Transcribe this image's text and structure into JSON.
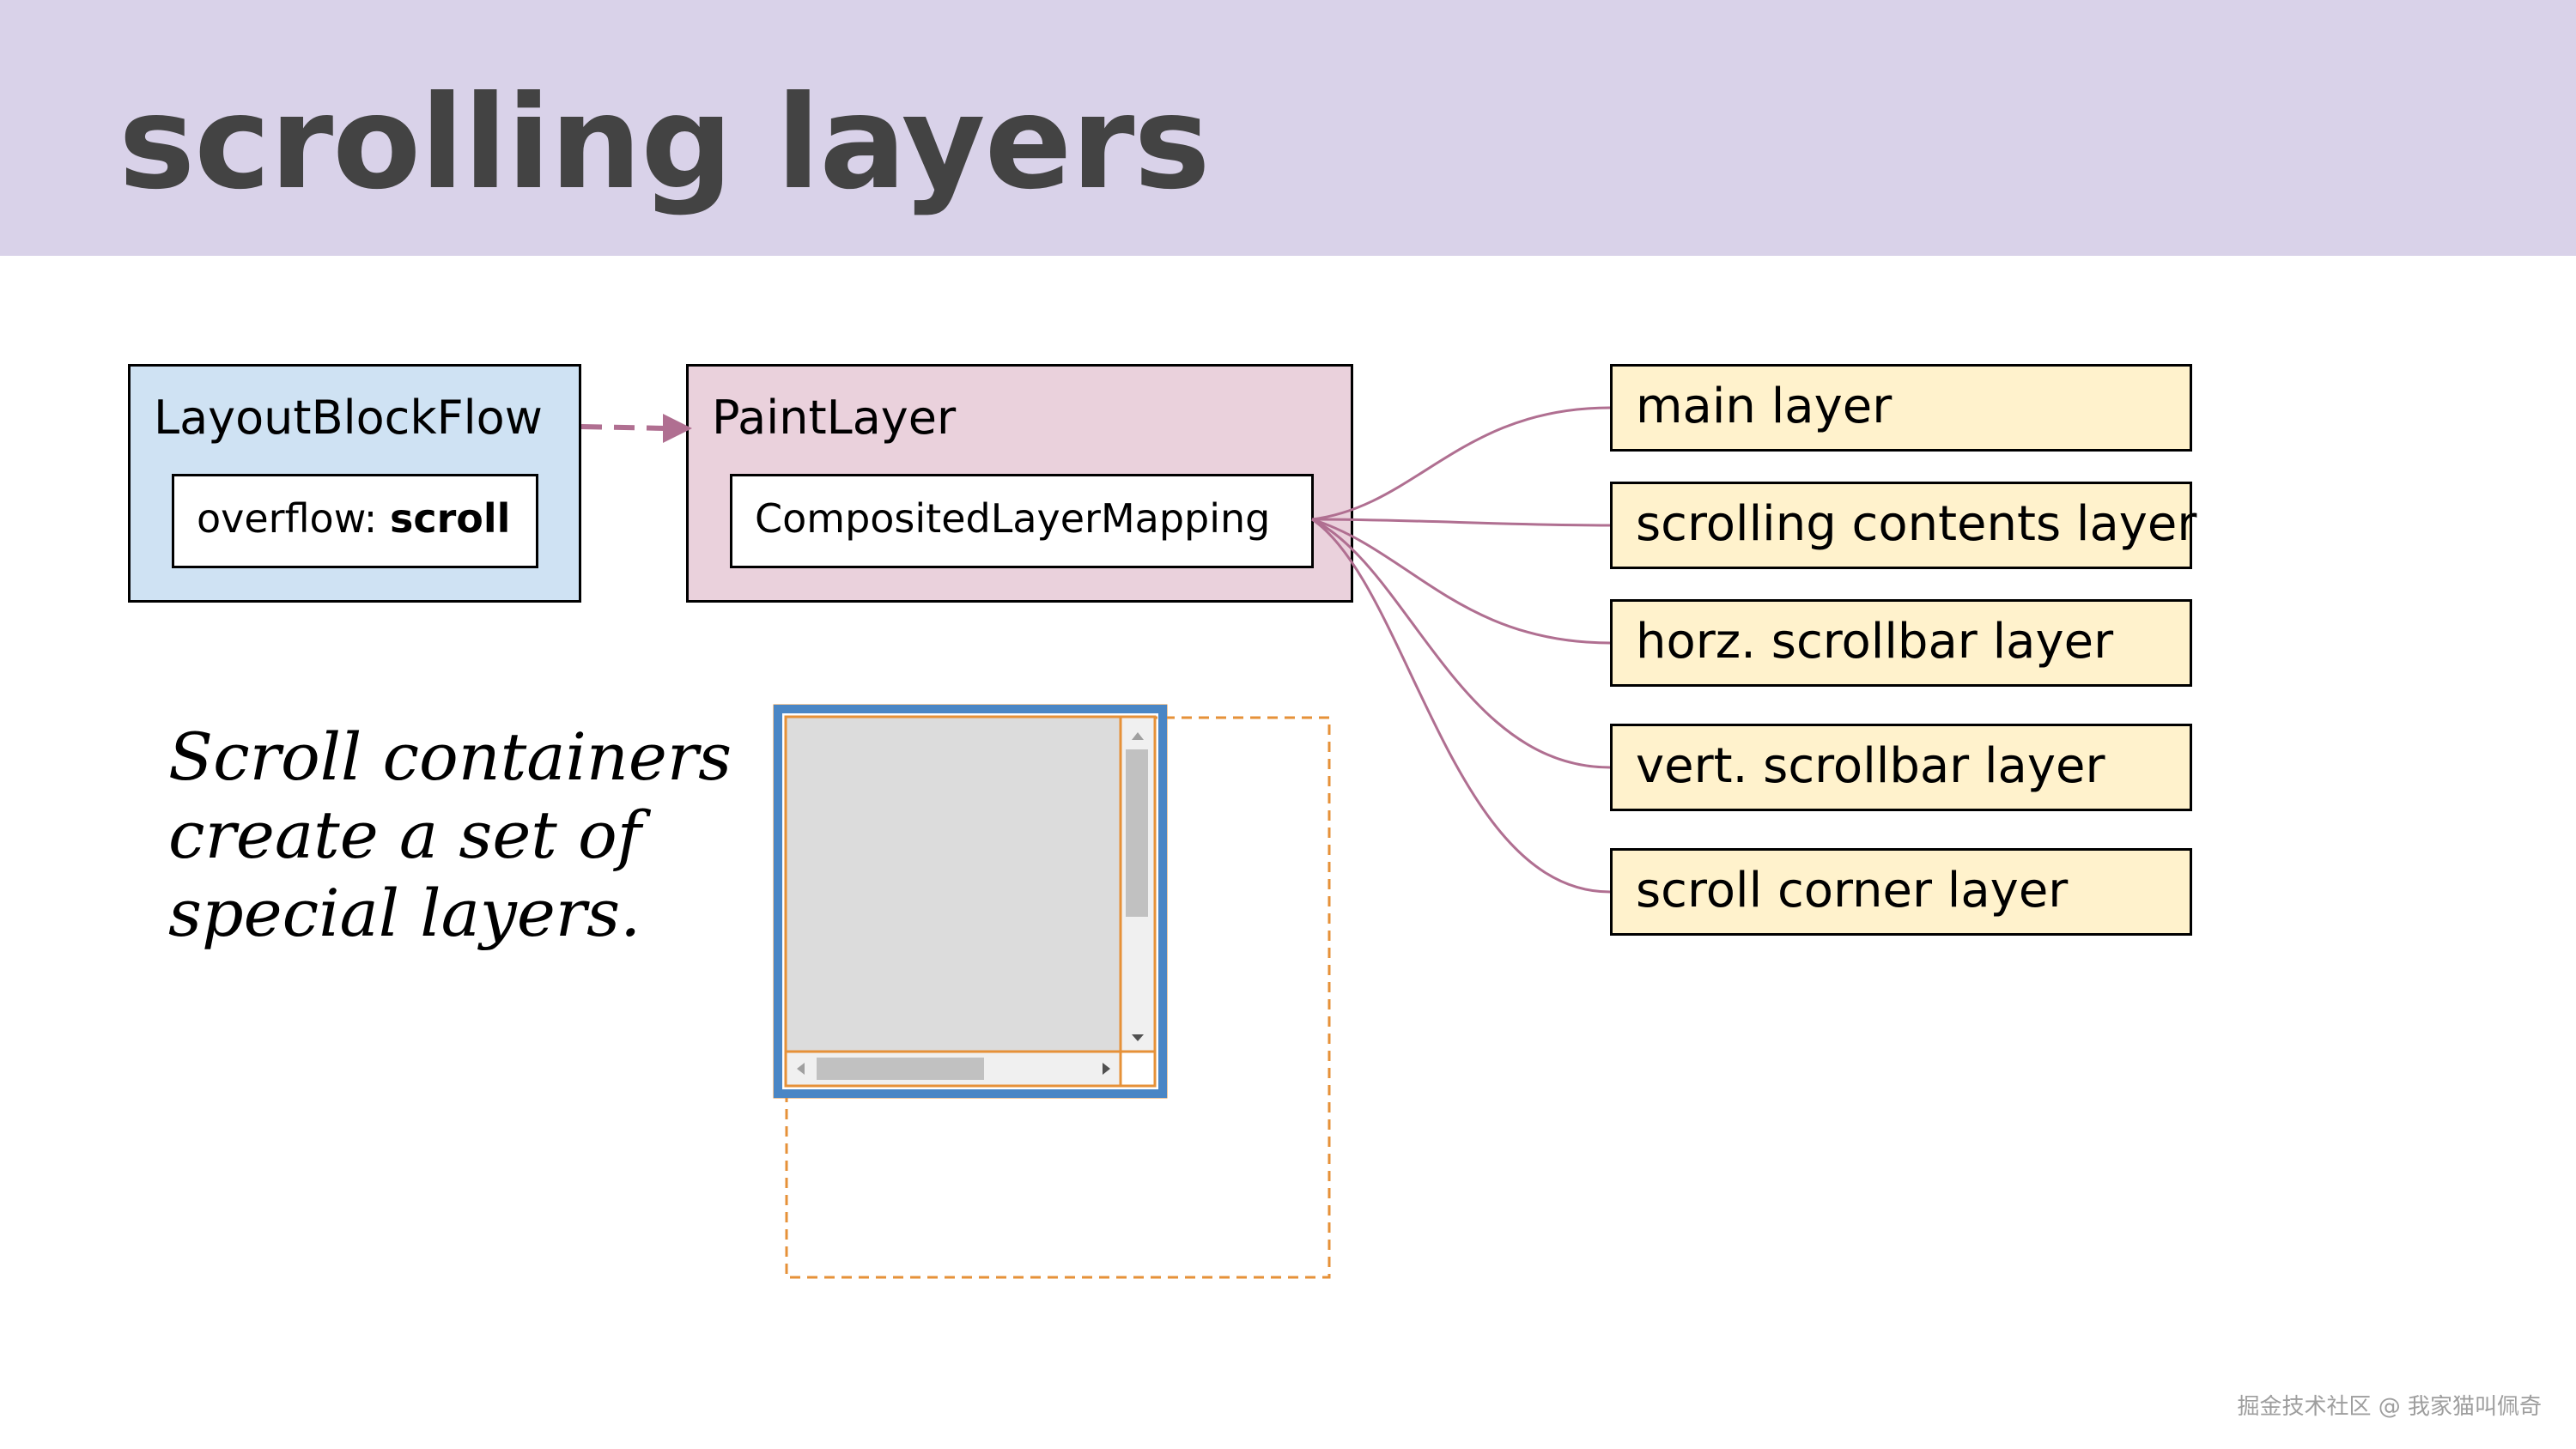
{
  "slide": {
    "title": "scrolling layers",
    "caption_lines": [
      "Scroll containers",
      "create a set of",
      "special layers."
    ],
    "watermark": "掘金技术社区 @ 我家猫叫佩奇"
  },
  "layout_block_flow": {
    "label": "LayoutBlockFlow",
    "property_prefix": "overflow: ",
    "property_value": "scroll"
  },
  "paint_layer": {
    "label": "PaintLayer",
    "mapping_label": "CompositedLayerMapping"
  },
  "layers": [
    {
      "label": "main layer"
    },
    {
      "label": "scrolling contents layer"
    },
    {
      "label": "horz. scrollbar layer"
    },
    {
      "label": "vert. scrollbar layer"
    },
    {
      "label": "scroll corner layer"
    }
  ],
  "colors": {
    "header_bg": "#d9d2e9",
    "title_text": "#434343",
    "layout_block_bg": "#cfe2f3",
    "paint_layer_bg": "#ead1dc",
    "layer_bg": "#fff2cc",
    "connector": "#b06f91",
    "scroll_border_blue": "#4a86c5",
    "scroll_outline_orange": "#e69138",
    "scroll_content_gray": "#dcdcdc"
  }
}
